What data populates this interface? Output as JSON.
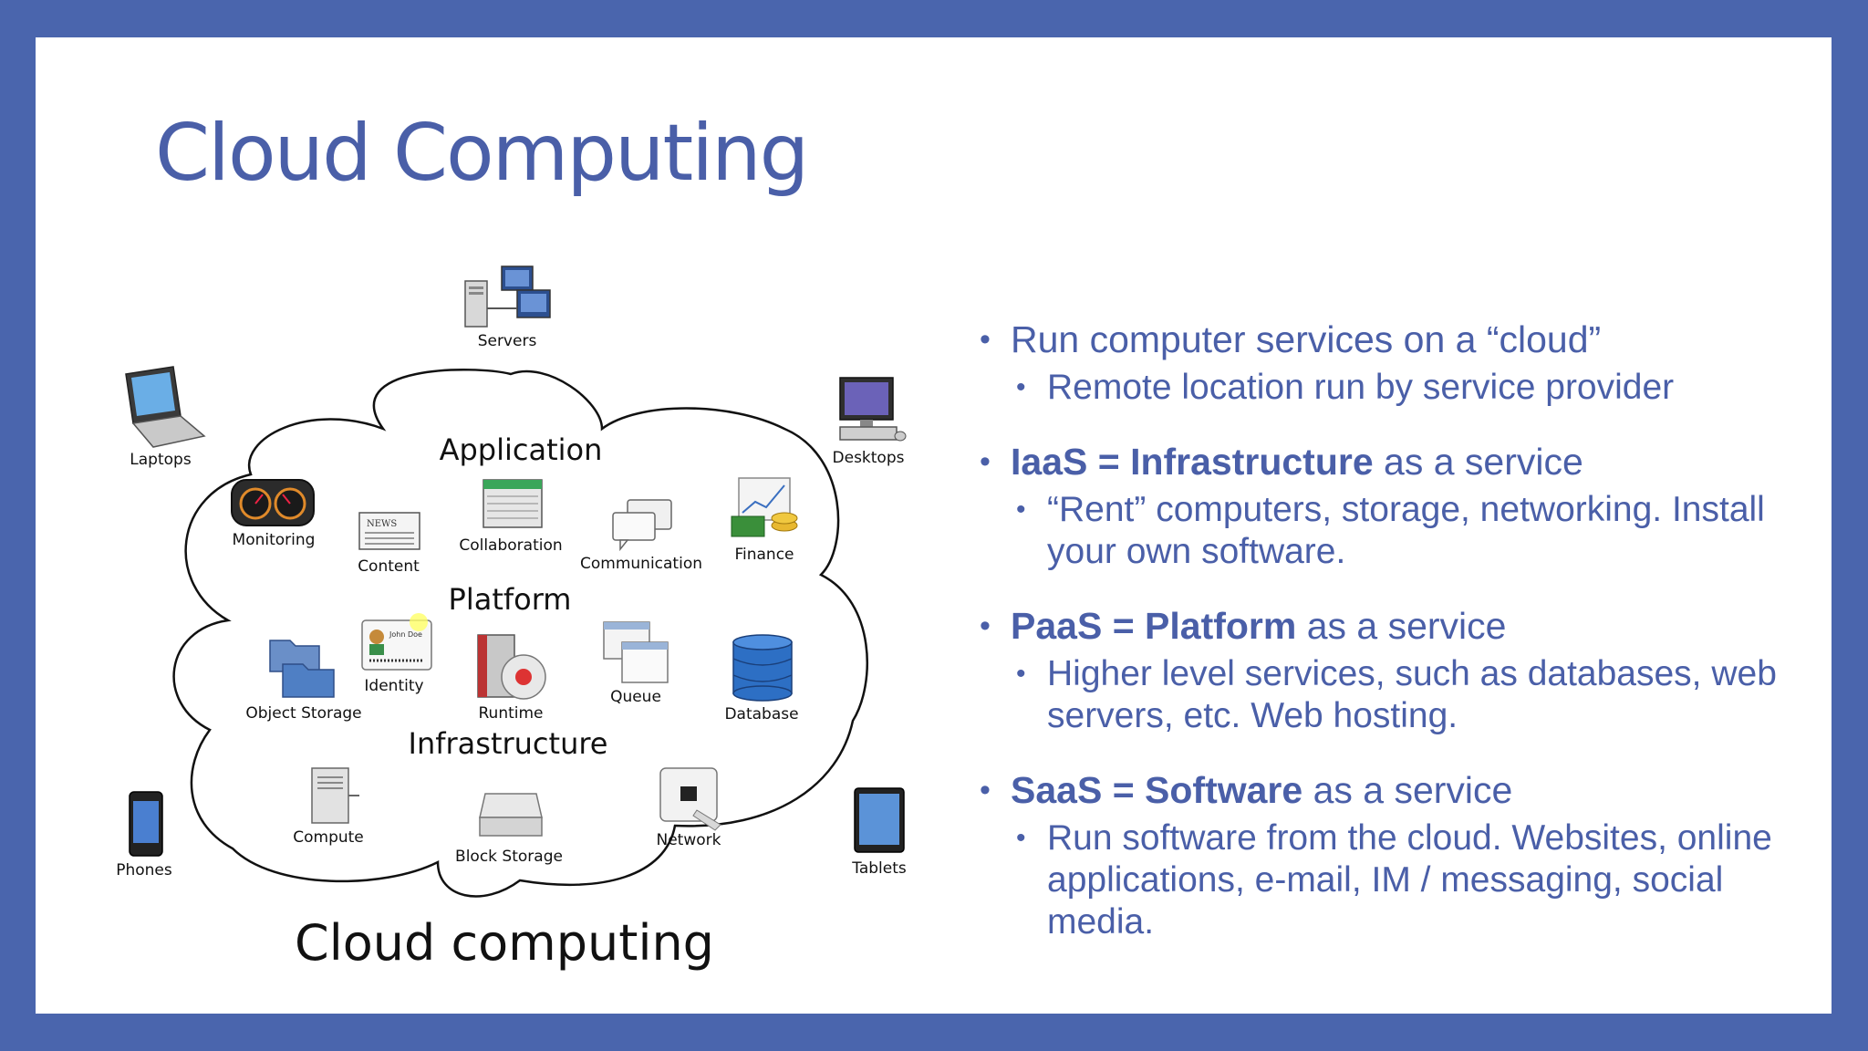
{
  "title": "Cloud Computing",
  "diagram": {
    "caption": "Cloud computing",
    "sections": {
      "application": "Application",
      "platform": "Platform",
      "infrastructure": "Infrastructure"
    },
    "devices": {
      "servers": "Servers",
      "laptops": "Laptops",
      "desktops": "Desktops",
      "phones": "Phones",
      "tablets": "Tablets"
    },
    "application_items": {
      "monitoring": "Monitoring",
      "content": "Content",
      "collaboration": "Collaboration",
      "communication": "Communication",
      "finance": "Finance"
    },
    "platform_items": {
      "object_storage": "Object Storage",
      "identity": "Identity",
      "runtime": "Runtime",
      "queue": "Queue",
      "database": "Database"
    },
    "infrastructure_items": {
      "compute": "Compute",
      "block_storage": "Block Storage",
      "network": "Network"
    },
    "identity_card_text": "John Doe",
    "news_text": "NEWS"
  },
  "bullets": [
    {
      "pre": "Run computer services on a “cloud”",
      "bold": "",
      "post": "",
      "sub": "Remote location run by service provider"
    },
    {
      "pre": "",
      "bold": "IaaS = Infrastructure",
      "post": " as a service",
      "sub": "“Rent” computers, storage, networking. Install your own software."
    },
    {
      "pre": "",
      "bold": "PaaS = Platform",
      "post": " as a service",
      "sub": "Higher level services, such as databases, web servers, etc. Web hosting."
    },
    {
      "pre": "",
      "bold": "SaaS = Software",
      "post": " as a service",
      "sub": "Run software from the cloud. Websites, online applications, e-mail, IM / messaging, social media."
    }
  ],
  "colors": {
    "frame": "#4a65ad",
    "accent_text": "#4a5fa8"
  }
}
